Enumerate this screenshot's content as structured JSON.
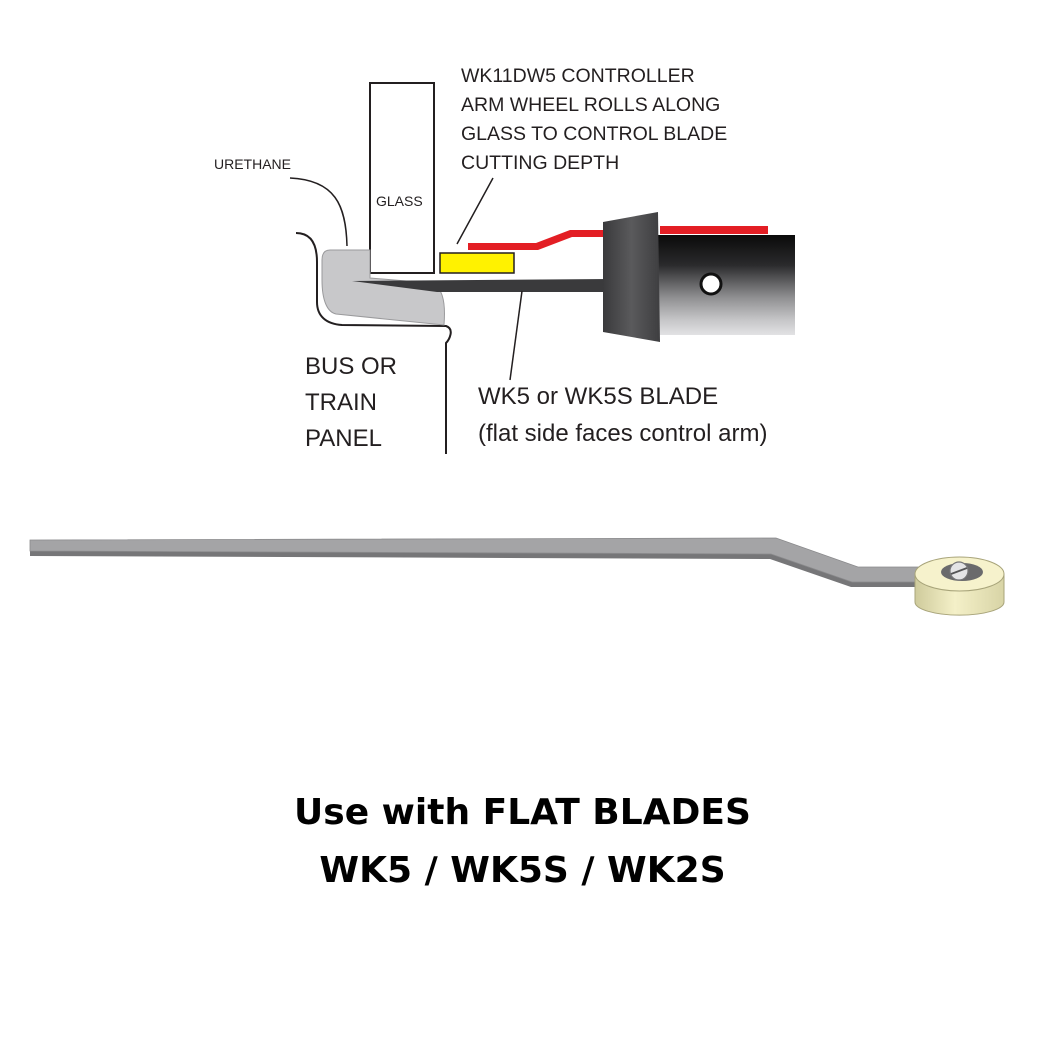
{
  "diagram": {
    "labels": {
      "urethane": "URETHANE",
      "glass": "GLASS",
      "controller": [
        "WK11DW5 CONTROLLER",
        "ARM WHEEL ROLLS ALONG",
        "GLASS TO CONTROL BLADE",
        "CUTTING DEPTH"
      ],
      "panel": [
        "BUS OR",
        "TRAIN",
        "PANEL"
      ],
      "blade": [
        "WK5 or WK5S BLADE",
        "(flat side faces control arm)"
      ]
    },
    "colors": {
      "control_arm": "#e31e24",
      "wheel": "#fff200",
      "urethane": "#c8c8ca",
      "blade": "#3a3a3c",
      "tool_body": "#555557",
      "flat_blade": "#a4a4a6",
      "roller": "#eae6b8"
    }
  },
  "caption": {
    "line1": "Use with FLAT BLADES",
    "line2": "WK5 / WK5S / WK2S"
  }
}
